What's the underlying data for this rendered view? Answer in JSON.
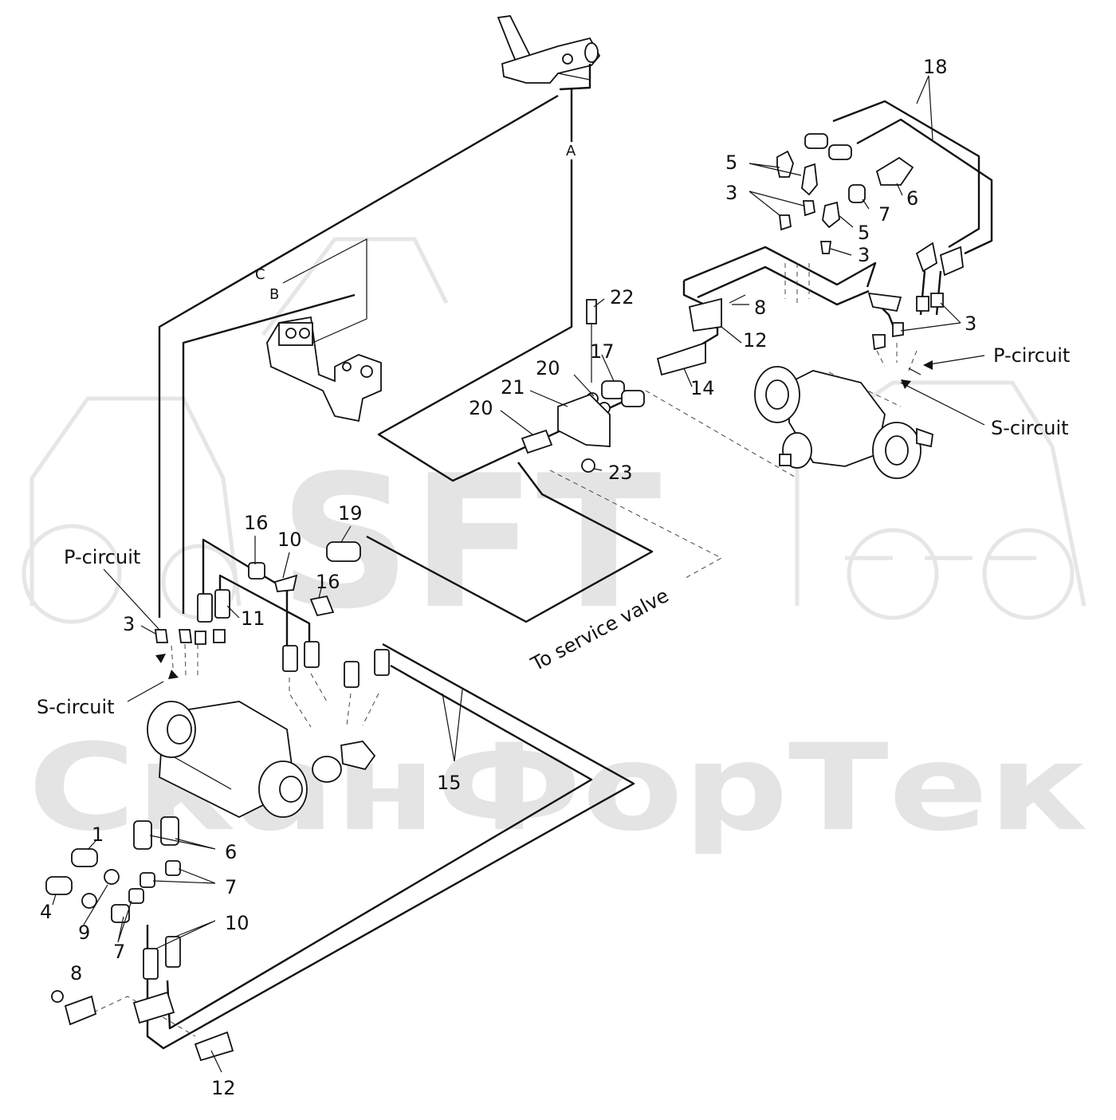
{
  "watermark": {
    "logo": "SFT",
    "brand": "СканФорТек"
  },
  "line_letters": {
    "a": "A",
    "b": "B",
    "c": "C"
  },
  "circuit_labels": {
    "p_left": "P-circuit",
    "s_left": "S-circuit",
    "p_right": "P-circuit",
    "s_right": "S-circuit"
  },
  "service_valve_note": "To service valve",
  "callouts": {
    "c18": "18",
    "c5a": "5",
    "c6a": "6",
    "c3a": "3",
    "c7a": "7",
    "c5b": "5",
    "c3b": "3",
    "c22": "22",
    "c8a": "8",
    "c3c": "3",
    "c12a": "12",
    "c17": "17",
    "c20a": "20",
    "c14": "14",
    "c21": "21",
    "c20b": "20",
    "c23": "23",
    "c16a": "16",
    "c10a": "10",
    "c19": "19",
    "c16b": "16",
    "c11": "11",
    "c3d": "3",
    "c15": "15",
    "c1": "1",
    "c6b": "6",
    "c7b": "7",
    "c4": "4",
    "c9": "9",
    "c10b": "10",
    "c7c": "7",
    "c8b": "8",
    "c12b": "12"
  }
}
